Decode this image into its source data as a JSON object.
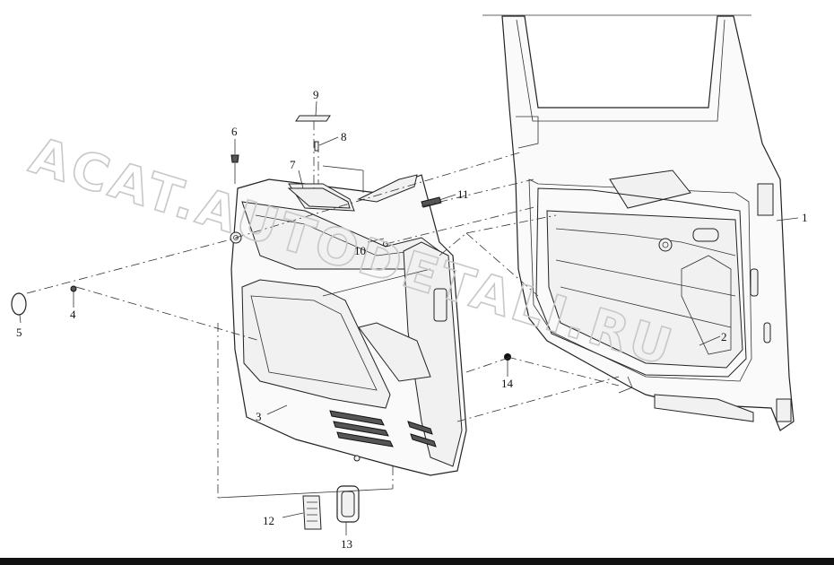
{
  "watermark": "ACAT.AUTODETALI.RU",
  "callouts": [
    {
      "id": "c1",
      "label": "1"
    },
    {
      "id": "c2",
      "label": "2"
    },
    {
      "id": "c3",
      "label": "3"
    },
    {
      "id": "c4",
      "label": "4"
    },
    {
      "id": "c5",
      "label": "5"
    },
    {
      "id": "c6",
      "label": "6"
    },
    {
      "id": "c7",
      "label": "7"
    },
    {
      "id": "c8",
      "label": "8"
    },
    {
      "id": "c9",
      "label": "9"
    },
    {
      "id": "c10",
      "label": "10"
    },
    {
      "id": "c11",
      "label": "11"
    },
    {
      "id": "c12",
      "label": "12"
    },
    {
      "id": "c13",
      "label": "13"
    },
    {
      "id": "c14",
      "label": "14"
    }
  ]
}
